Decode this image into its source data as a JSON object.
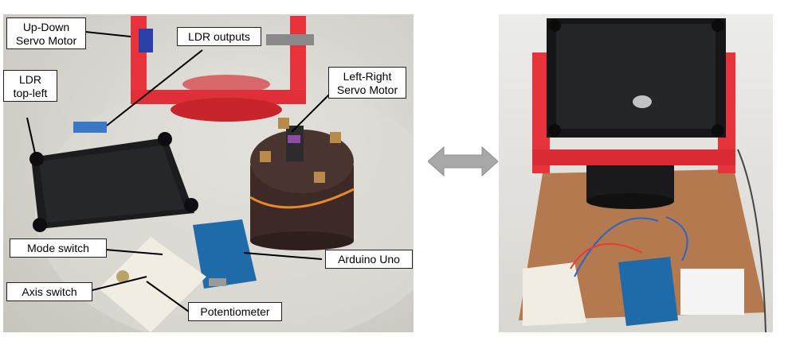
{
  "labels": {
    "updown": "Up-Down\nServo Motor",
    "ldr_outputs": "LDR outputs",
    "ldr_topleft": "LDR\ntop-left",
    "leftright": "Left-Right\nServo Motor",
    "mode_switch": "Mode switch",
    "arduino": "Arduino Uno",
    "axis_switch": "Axis switch",
    "potentiometer": "Potentiometer"
  },
  "colors": {
    "frame_red": "#e8323c",
    "panel_dark": "#1c1c1e",
    "arrow_gray": "#a8a8a8"
  }
}
